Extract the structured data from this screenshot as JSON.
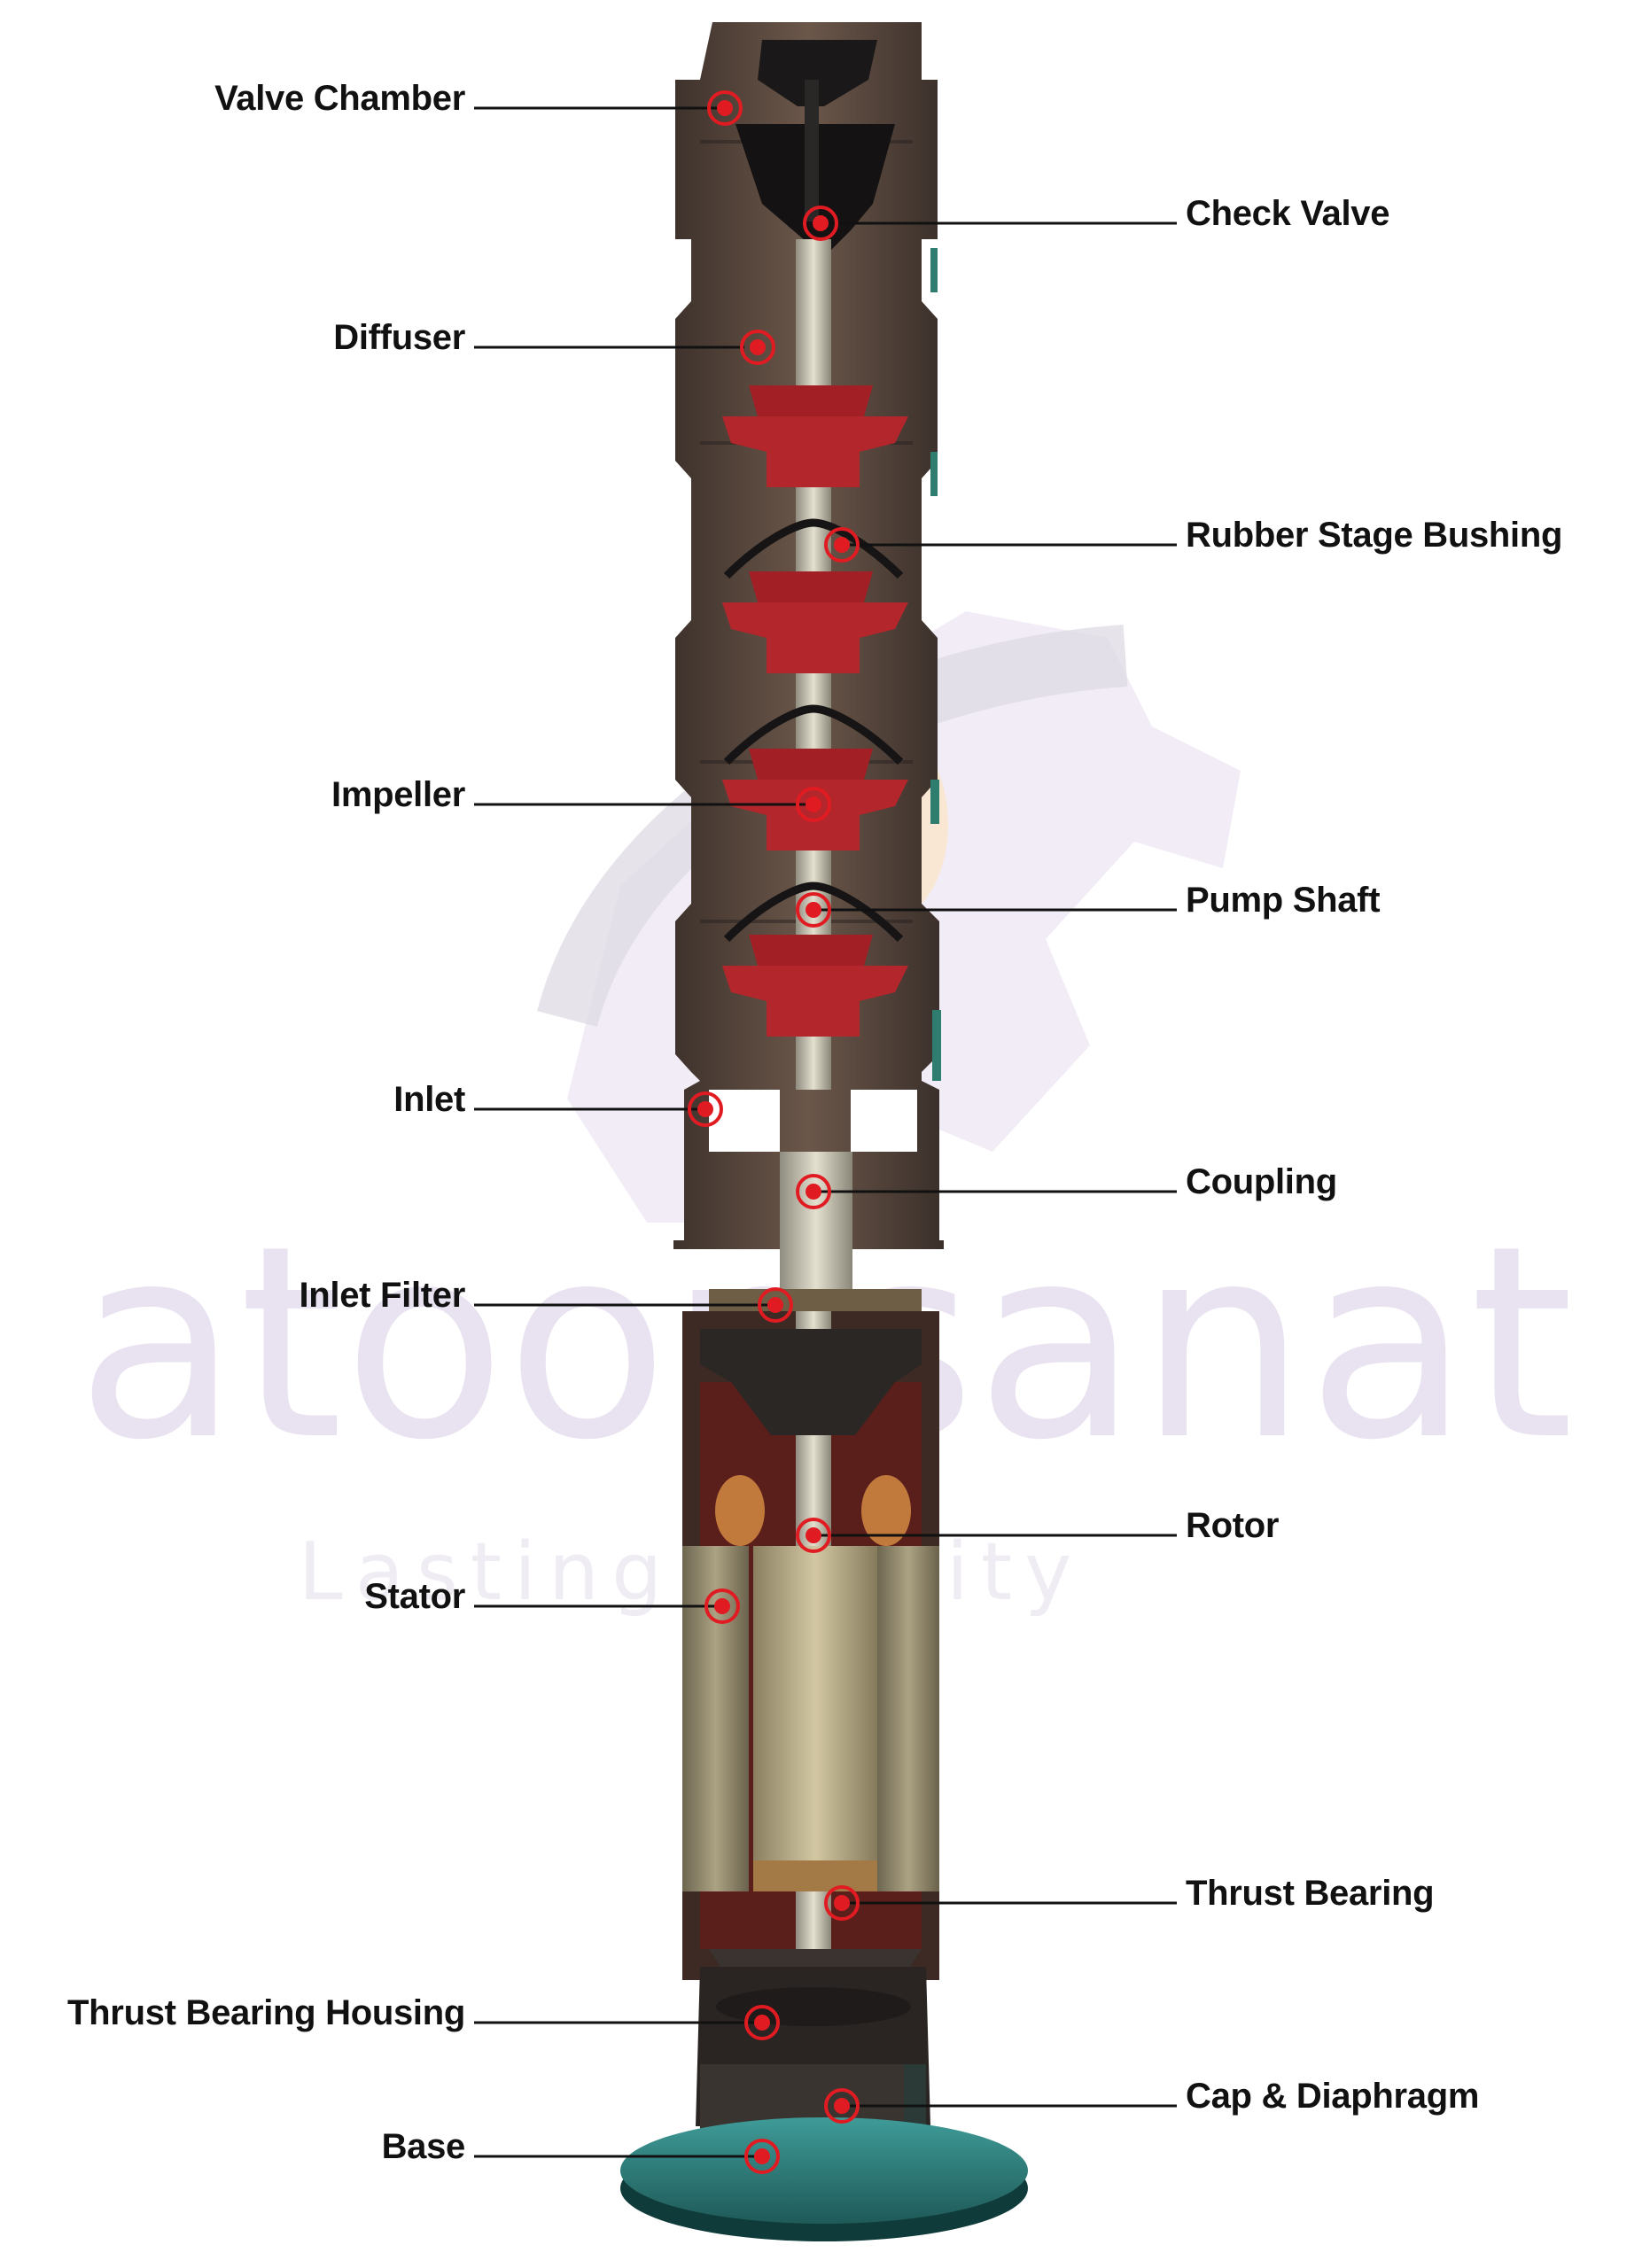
{
  "watermark": {
    "brand": "atoonsanat",
    "tagline": "Lasting Quality"
  },
  "colors": {
    "marker": "#e11b22",
    "leader": "#111111",
    "impeller": "#b3262c",
    "casing": "#5a4a40",
    "base": "#2e7a78",
    "watermark": "#e9e3f1"
  },
  "callouts": {
    "valve_chamber": "Valve Chamber",
    "check_valve": "Check Valve",
    "diffuser": "Diffuser",
    "rubber_stage_bushing": "Rubber Stage Bushing",
    "impeller": "Impeller",
    "pump_shaft": "Pump Shaft",
    "inlet": "Inlet",
    "coupling": "Coupling",
    "inlet_filter": "Inlet Filter",
    "rotor": "Rotor",
    "stator": "Stator",
    "thrust_bearing": "Thrust Bearing",
    "thrust_bearing_housing": "Thrust Bearing Housing",
    "cap_diaphragm": "Cap & Diaphragm",
    "base": "Base"
  }
}
